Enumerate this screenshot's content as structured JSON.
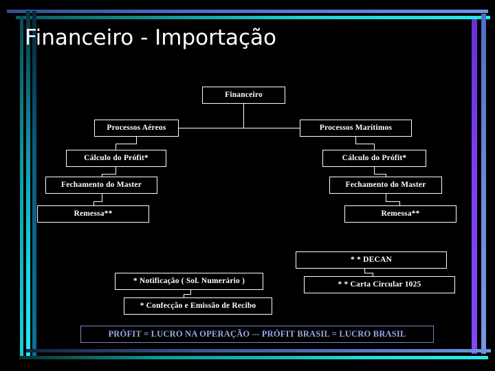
{
  "slide": {
    "title": "Financeiro - Importação",
    "background_color": "#000000",
    "text_color": "#ffffff",
    "footer_text_color": "#9aa7e8",
    "border_colors": {
      "top_blue": "#4a6fc0",
      "top_cyan": "#1fd4d4",
      "left_cyan": "#1ad9e4",
      "left_blue": "#0a5a80",
      "right_purple": "#7c3ef0",
      "right_cornflower": "#6a8ad8",
      "bottom_blue": "#4a68b0",
      "bottom_cyan": "#22dede"
    }
  },
  "diagram": {
    "type": "flowchart",
    "root": {
      "label": "Financeiro"
    },
    "branches": [
      {
        "name": "aereos",
        "head": {
          "label": "Processos Aéreos"
        },
        "steps": [
          {
            "label": "Cálculo do Prófit*"
          },
          {
            "label": "Fechamento do Master"
          },
          {
            "label": "Remessa**"
          }
        ]
      },
      {
        "name": "maritimos",
        "head": {
          "label": "Processos Marítimos"
        },
        "steps": [
          {
            "label": "Cálculo do Prófit*"
          },
          {
            "label": "Fechamento do Master"
          },
          {
            "label": "Remessa**"
          }
        ]
      }
    ],
    "notes_left": [
      {
        "label": "* Notificação ( Sol. Numerário )"
      },
      {
        "label": "* Confecção e Emissão de Recibo"
      }
    ],
    "notes_right": [
      {
        "label": "* * DECAN"
      },
      {
        "label": "* * Carta Circular 1025"
      }
    ]
  },
  "footer": {
    "label": "PRÓFIT = LUCRO NA OPERAÇÃO –- PRÓFIT BRASIL = LUCRO BRASIL"
  }
}
